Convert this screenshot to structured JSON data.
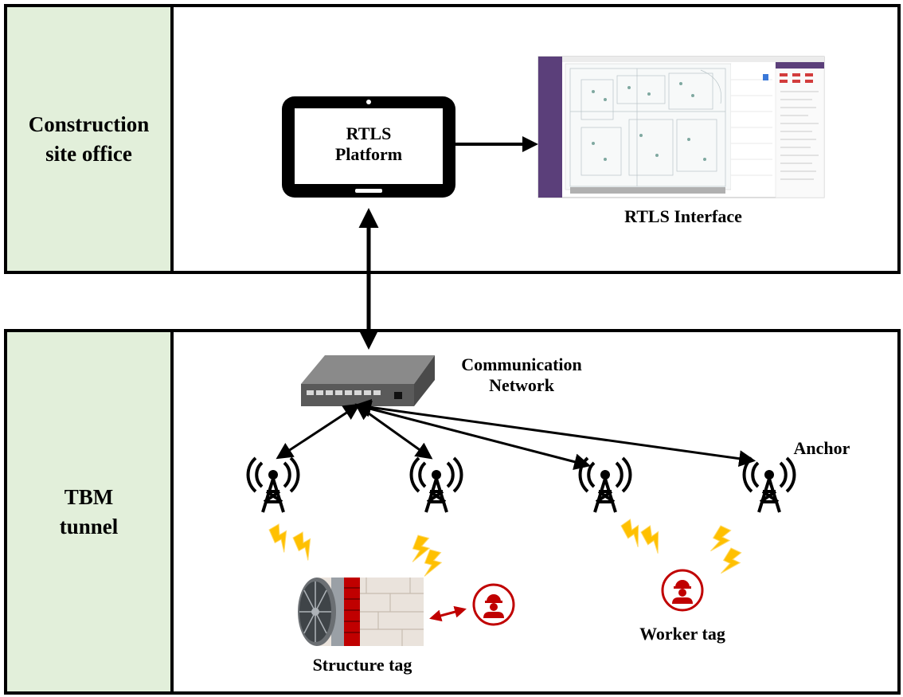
{
  "sections": {
    "office": {
      "label_line1": "Construction",
      "label_line2": "site office"
    },
    "tunnel": {
      "label_line1": "TBM",
      "label_line2": "tunnel"
    }
  },
  "platform": {
    "line1": "RTLS",
    "line2": "Platform"
  },
  "interface": {
    "caption": "RTLS Interface"
  },
  "network": {
    "line1": "Communication",
    "line2": "Network"
  },
  "anchor": {
    "label": "Anchor"
  },
  "structure_tag": {
    "label": "Structure tag"
  },
  "worker_tag": {
    "label": "Worker tag"
  },
  "colors": {
    "label_bg": "#e2efda",
    "tag_red": "#c00000",
    "signal_orange": "#ffc000",
    "ui_sidebar": "#5b3f7a"
  },
  "icons": [
    "tablet-icon",
    "network-switch-icon",
    "antenna-tower-icon",
    "wireless-signal-icon",
    "worker-helmet-icon",
    "tbm-machine-icon"
  ]
}
